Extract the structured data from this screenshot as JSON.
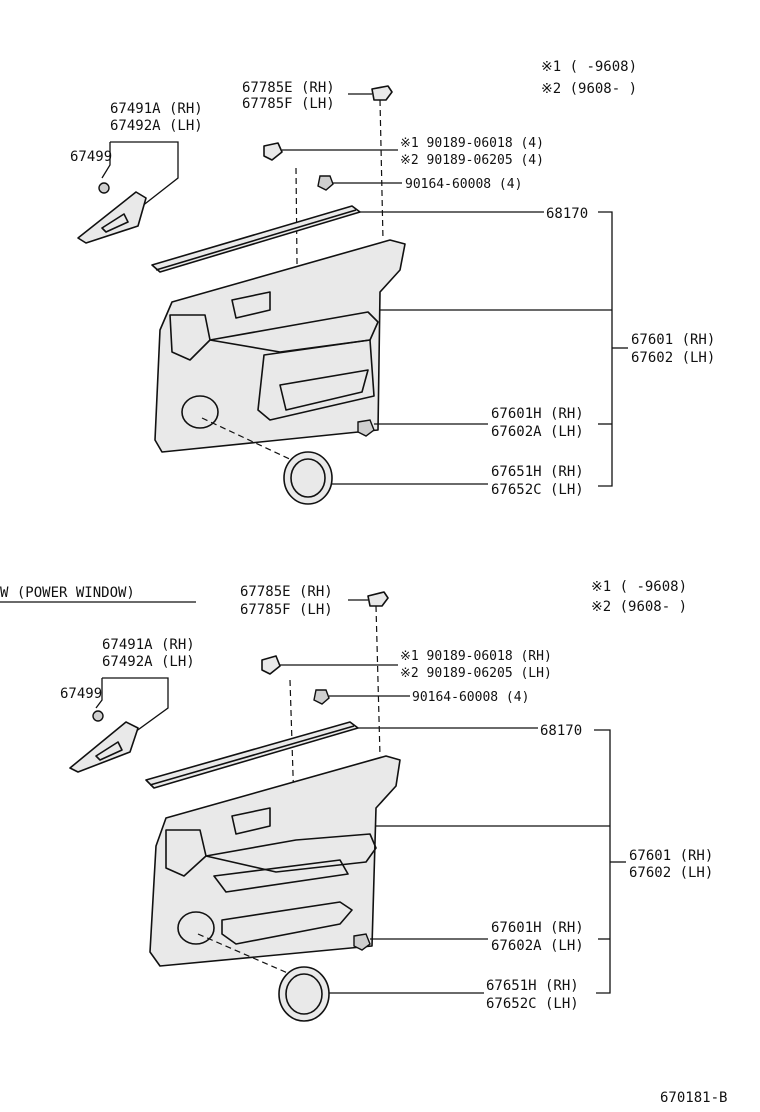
{
  "notes": {
    "top": {
      "n1": "※1 (     -9608)",
      "n2": "※2 (9608-     )"
    },
    "bottom": {
      "n1": "※1 (     -9608)",
      "n2": "※2 (9608-     )"
    }
  },
  "section_bottom_title": "W (POWER WINDOW)",
  "top": {
    "hook_rh": "67785E (RH)",
    "hook_lh": "67785F (LH)",
    "switch_rh": "67491A (RH)",
    "switch_lh": "67492A (LH)",
    "screw_switch": "67499",
    "clip1": "※1 90189-06018 (4)",
    "clip2": "※2 90189-06205 (4)",
    "screw": "90164-60008 (4)",
    "weatherstrip": "68170",
    "panel_rh": "67601 (RH)",
    "panel_lh": "67602 (LH)",
    "pull_rh": "67601H (RH)",
    "pull_lh": "67602A (LH)",
    "cover_rh": "67651H (RH)",
    "cover_lh": "67652C (LH)"
  },
  "bottom": {
    "hook_rh": "67785E (RH)",
    "hook_lh": "67785F (LH)",
    "switch_rh": "67491A (RH)",
    "switch_lh": "67492A (LH)",
    "screw_switch": "67499",
    "clip1": "※1  90189-06018 (RH)",
    "clip2": "※2  90189-06205 (LH)",
    "screw": "90164-60008 (4)",
    "weatherstrip": "68170",
    "panel_rh": "67601 (RH)",
    "panel_lh": "67602 (LH)",
    "pull_rh": "67601H (RH)",
    "pull_lh": "67602A (LH)",
    "cover_rh": "67651H (RH)",
    "cover_lh": "67652C (LH)"
  },
  "diagram_code": "670181-B"
}
